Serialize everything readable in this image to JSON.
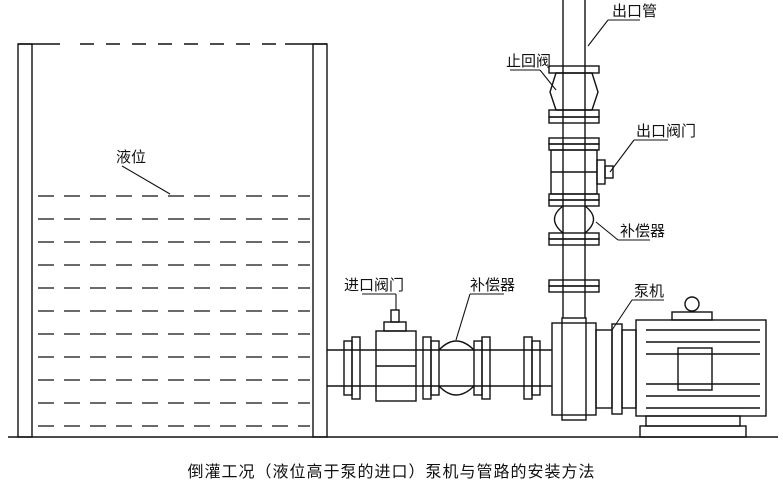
{
  "labels": {
    "outlet_pipe": "出口管",
    "check_valve": "止回阀",
    "outlet_valve": "出口阀门",
    "compensator_upper": "补偿器",
    "liquid_level": "液位",
    "pump": "泵机",
    "inlet_valve": "进口阀门",
    "compensator_lower": "补偿器"
  },
  "caption": "倒灌工况（液位高于泵的进口）泵机与管路的安装方法"
}
